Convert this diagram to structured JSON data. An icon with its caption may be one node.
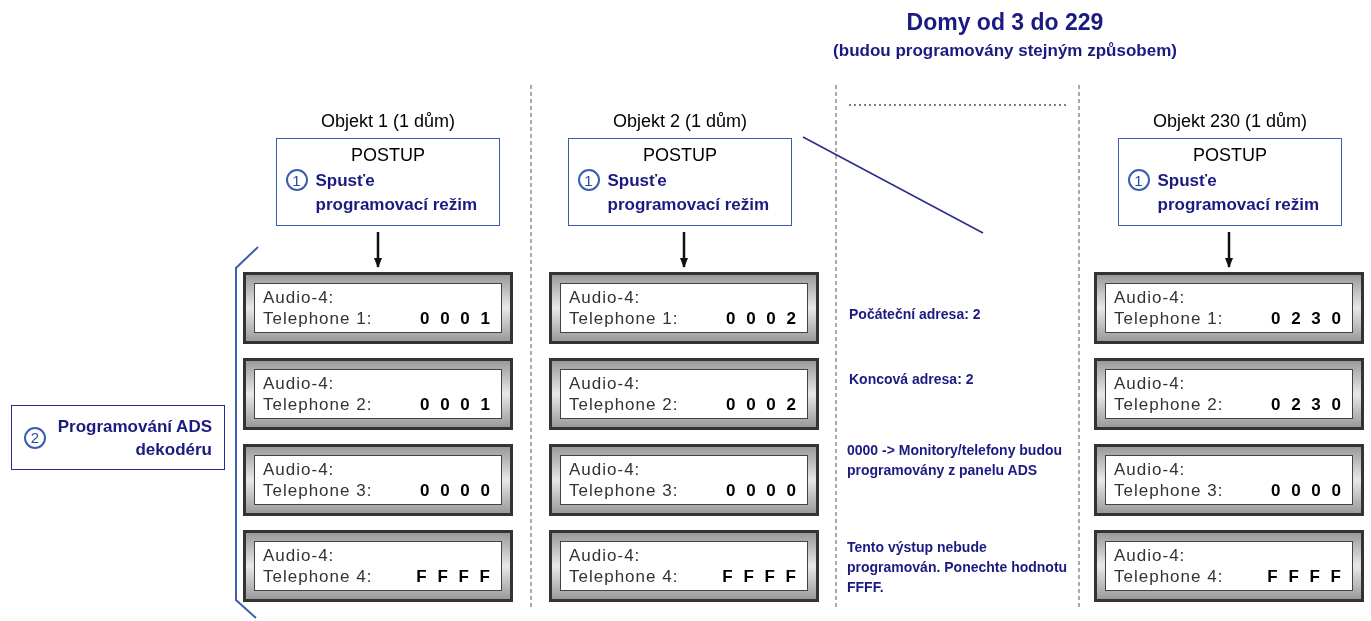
{
  "diagram": {
    "title": "Domy od 3 do 229",
    "nodes": [
      {
        "text": [
          "Objekt 1 (1 dům)",
          "POSTUP",
          "1",
          "Spusťe programovací režim"
        ]
      },
      {
        "text": [
          "Objekt 2 (1 dům)",
          "POSTUP",
          "1",
          "Spusťe programovací režim"
        ]
      },
      {
        "text": [
          "Objekt 230 (1 dům)",
          "POSTUP",
          "1",
          "Spusťe programovací režim"
        ]
      },
      {
        "text": [
          "Audio-4:",
          "Telephone 1:",
          "0 0 0 1"
        ]
      },
      {
        "text": [
          "Audio-4:",
          "Telephone 2:",
          "0 0 0 1"
        ]
      },
      {
        "text": [
          "Audio-4:",
          "Telephone 3:",
          "0 0 0 0"
        ]
      },
      {
        "text": [
          "Audio-4:",
          "Telephone 4:",
          "F F F F"
        ]
      },
      {
        "text": [
          "Audio-4:",
          "Telephone 1:",
          "0 0 0 2"
        ]
      },
      {
        "text": [
          "Audio-4:",
          "Telephone 2:",
          "0 0 0 2"
        ]
      },
      {
        "text": [
          "Audio-4:",
          "Telephone 3:",
          "0 0 0 0"
        ]
      },
      {
        "text": [
          "Audio-4:",
          "Telephone 4:",
          "F F F F"
        ]
      },
      {
        "text": [
          "Audio-4:",
          "Telephone 1:",
          "0 2 3 0"
        ]
      },
      {
        "text": [
          "Audio-4:",
          "Telephone 2:",
          "0 2 3 0"
        ]
      },
      {
        "text": [
          "Audio-4:",
          "Telephone 3:",
          "0 0 0 0"
        ]
      },
      {
        "text": [
          "Audio-4:",
          "Telephone 4:",
          "F F F F"
        ]
      },
      {
        "text": [
          "2",
          "Programování ADS dekodéru"
        ]
      }
    ],
    "edges": [
      {
        "from": 0,
        "to": 3,
        "arrow": "to"
      },
      {
        "from": 1,
        "to": 7,
        "arrow": "to"
      },
      {
        "from": 2,
        "to": 11,
        "arrow": "to"
      }
    ],
    "labels": [
      "(budou programovány stejným způsobem)",
      "Počáteční adresa: 2",
      "Koncová adresa: 2",
      "0000 -> Monitory/telefony budou programovány z panelu ADS",
      "Tento výstup nebude programován. Ponechte hodnotu FFFF."
    ]
  }
}
